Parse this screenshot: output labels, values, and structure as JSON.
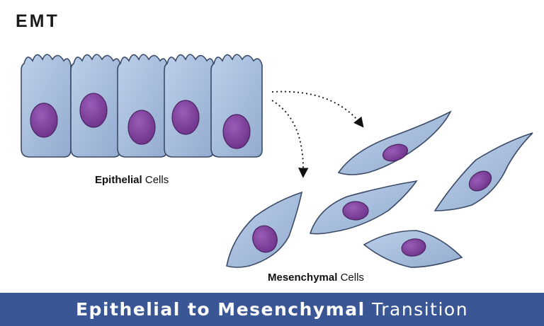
{
  "title": "EMT",
  "epithelial_label": {
    "bold": "Epithelial",
    "rest": "Cells"
  },
  "mesenchymal_label": {
    "bold": "Mesenchymal",
    "rest": "Cells"
  },
  "banner": {
    "bold": "Epithelial to Mesenchymal",
    "rest": "Transition"
  },
  "colors": {
    "cell_body": "#a9bfdc",
    "cell_outline": "#3b4a66",
    "nucleus": "#8a4aa6",
    "banner": "#3a5694"
  }
}
